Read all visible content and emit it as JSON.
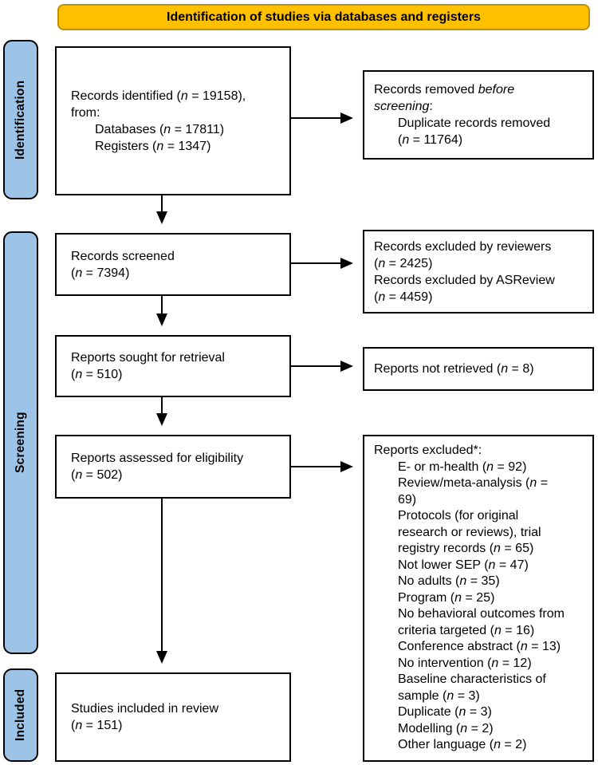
{
  "header": {
    "title": "Identification of studies via databases and registers"
  },
  "colors": {
    "header_bg": "#FFC000",
    "header_border": "#BF9000",
    "stage_bg": "#9DC3E6",
    "box_border": "#000000",
    "arrow": "#000000"
  },
  "stages": [
    {
      "label": "Identification"
    },
    {
      "label": "Screening"
    },
    {
      "label": "Included"
    }
  ],
  "flow": {
    "records_identified": {
      "lines": [
        {
          "text": "Records identified (*n* = 19158),",
          "indent": 0
        },
        {
          "text": "from:",
          "indent": 0
        },
        {
          "text": "Databases (*n* = 17811)",
          "indent": 1
        },
        {
          "text": "Registers (*n* = 1347)",
          "indent": 1
        }
      ]
    },
    "records_removed": {
      "lines": [
        {
          "text": "Records removed *before*",
          "indent": 0
        },
        {
          "text": "*screening*:",
          "indent": 0
        },
        {
          "text": "Duplicate records removed",
          "indent": 1
        },
        {
          "text": "(*n* = 11764)",
          "indent": 1
        }
      ]
    },
    "records_screened": {
      "lines": [
        {
          "text": "Records screened",
          "indent": 0
        },
        {
          "text": "(*n* = 7394)",
          "indent": 0
        }
      ]
    },
    "records_excluded": {
      "lines": [
        {
          "text": "Records excluded by reviewers",
          "indent": 0
        },
        {
          "text": "(*n* = 2425)",
          "indent": 0
        },
        {
          "text": "Records excluded by ASReview",
          "indent": 0
        },
        {
          "text": "(*n* = 4459)",
          "indent": 0
        }
      ]
    },
    "reports_sought": {
      "lines": [
        {
          "text": "Reports sought for retrieval",
          "indent": 0
        },
        {
          "text": "(*n* = 510)",
          "indent": 0
        }
      ]
    },
    "reports_not_retrieved": {
      "lines": [
        {
          "text": "Reports not retrieved (*n* = 8)",
          "indent": 0
        }
      ]
    },
    "reports_assessed": {
      "lines": [
        {
          "text": "Reports assessed for eligibility",
          "indent": 0
        },
        {
          "text": "(*n* = 502)",
          "indent": 0
        }
      ]
    },
    "reports_excluded": {
      "lines": [
        {
          "text": "Reports excluded*:",
          "indent": 0
        },
        {
          "text": "E- or m-health (*n* = 92)",
          "indent": 1
        },
        {
          "text": "Review/meta-analysis (*n* =",
          "indent": 1
        },
        {
          "text": "69)",
          "indent": 1
        },
        {
          "text": "Protocols (for original",
          "indent": 1
        },
        {
          "text": "research or reviews), trial",
          "indent": 1
        },
        {
          "text": "registry records (*n* = 65)",
          "indent": 1
        },
        {
          "text": "Not lower SEP (*n* = 47)",
          "indent": 1
        },
        {
          "text": "No adults (*n* = 35)",
          "indent": 1
        },
        {
          "text": "Program (*n* = 25)",
          "indent": 1
        },
        {
          "text": "No behavioral outcomes from",
          "indent": 1
        },
        {
          "text": "criteria targeted (*n* = 16)",
          "indent": 1
        },
        {
          "text": "Conference abstract (*n* = 13)",
          "indent": 1
        },
        {
          "text": "No intervention (*n* = 12)",
          "indent": 1
        },
        {
          "text": "Baseline characteristics of",
          "indent": 1
        },
        {
          "text": "sample (*n* = 3)",
          "indent": 1
        },
        {
          "text": "Duplicate (*n* = 3)",
          "indent": 1
        },
        {
          "text": "Modelling (*n* = 2)",
          "indent": 1
        },
        {
          "text": "Other language (*n* = 2)",
          "indent": 1
        }
      ]
    },
    "studies_included": {
      "lines": [
        {
          "text": "Studies included in review",
          "indent": 0
        },
        {
          "text": "(*n* = 151)",
          "indent": 0
        }
      ]
    }
  }
}
